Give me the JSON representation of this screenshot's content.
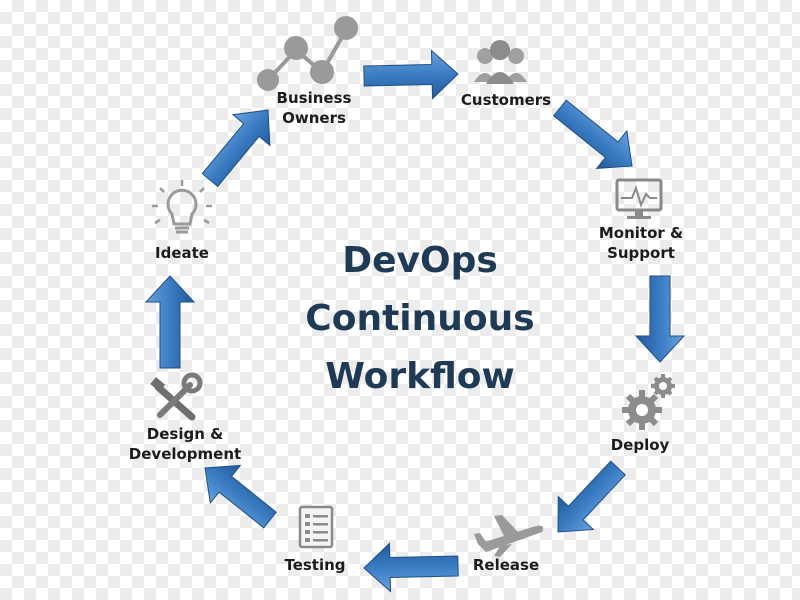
{
  "title": {
    "lines": [
      "DevOps",
      "Continuous",
      "Workflow"
    ]
  },
  "stages": [
    {
      "id": "business",
      "lines": [
        "Business",
        "Owners"
      ],
      "icon": "network-people-icon"
    },
    {
      "id": "customers",
      "lines": [
        "Customers"
      ],
      "icon": "people-group-icon"
    },
    {
      "id": "monitor",
      "lines": [
        "Monitor &",
        "Support"
      ],
      "icon": "monitor-pulse-icon"
    },
    {
      "id": "deploy",
      "lines": [
        "Deploy"
      ],
      "icon": "gears-icon"
    },
    {
      "id": "release",
      "lines": [
        "Release"
      ],
      "icon": "airplane-icon"
    },
    {
      "id": "testing",
      "lines": [
        "Testing"
      ],
      "icon": "checklist-icon"
    },
    {
      "id": "design",
      "lines": [
        "Design &",
        "Development"
      ],
      "icon": "tools-icon"
    },
    {
      "id": "ideate",
      "lines": [
        "Ideate"
      ],
      "icon": "lightbulb-icon"
    }
  ],
  "colors": {
    "arrow": "#3a7cc3",
    "arrow_edge": "#1f4f86",
    "title": "#1f3a55",
    "icon": "#8a8a8a"
  }
}
